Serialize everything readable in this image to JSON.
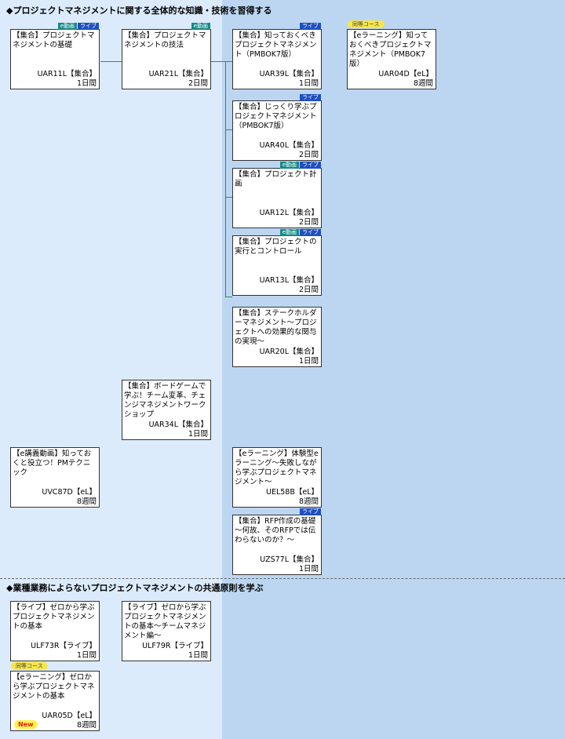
{
  "sections": [
    {
      "title": "◆プロジェクトマネジメントに関する全体的な知識・技術を習得する"
    },
    {
      "title": "◆業種業務によらないプロジェクトマネジメントの共通原則を学ぶ"
    }
  ],
  "badges": {
    "edouga": "e動画",
    "live": "ライブ",
    "equiv": "同等コース",
    "new": "New"
  },
  "colors": {
    "left_bg": "#dcebfb",
    "right_bg": "#bcd6f2",
    "connector": "#2f8f52",
    "live_badge": "#1f4fbf",
    "edouga_badge": "#168a88",
    "equiv_badge": "#f7e64a"
  },
  "cards": [
    {
      "title": "【集合】プロジェクトマネジメントの基礎",
      "code": "UAR11L【集合】",
      "duration": "1日間"
    },
    {
      "title": "【集合】プロジェクトマネジメントの技法",
      "code": "UAR21L【集合】",
      "duration": "2日間"
    },
    {
      "title": "【集合】知っておくべきプロジェクトマネジメント（PMBOK7版）",
      "code": "UAR39L【集合】",
      "duration": "1日間"
    },
    {
      "title": "【eラーニング】知っておくべきプロジェクトマネジメント（PMBOK7版）",
      "code": "UAR04D【eL】",
      "duration": "8週間"
    },
    {
      "title": "【集合】じっくり学ぶプロジェクトマネジメント（PMBOK7版）",
      "code": "UAR40L【集合】",
      "duration": "2日間"
    },
    {
      "title": "【集合】プロジェクト計画",
      "code": "UAR12L【集合】",
      "duration": "2日間"
    },
    {
      "title": "【集合】プロジェクトの実行とコントロール",
      "code": "UAR13L【集合】",
      "duration": "2日間"
    },
    {
      "title": "【集合】ステークホルダーマネジメント～プロジェクトへの効果的な関与の実現～",
      "code": "UAR20L【集合】",
      "duration": "1日間"
    },
    {
      "title": "【集合】ボードゲームで学ぶ！チーム変革、チェンジマネジメントワークショップ",
      "code": "UAR34L【集合】",
      "duration": "1日間"
    },
    {
      "title": "【e講義動画】知っておくと役立つ！PMテクニック",
      "code": "UVC87D【eL】",
      "duration": "8週間"
    },
    {
      "title": "【eラーニング】体験型eラーニング～失敗しながら学ぶプロジェクトマネジメント～",
      "code": "UEL58B【eL】",
      "duration": "8週間"
    },
    {
      "title": "【集合】RFP作成の基礎　～何故、そのRFPでは伝わらないのか？～",
      "code": "UZS77L【集合】",
      "duration": "1日間"
    },
    {
      "title": "【ライブ】ゼロから学ぶプロジェクトマネジメントの基本",
      "code": "ULF73R【ライブ】",
      "duration": "1日間"
    },
    {
      "title": "【ライブ】ゼロから学ぶプロジェクトマネジメントの基本～チームマネジメント編～",
      "code": "ULF79R【ライブ】",
      "duration": "1日間"
    },
    {
      "title": "【eラーニング】ゼロから学ぶプロジェクトマネジメントの基本",
      "code": "UAR05D【eL】",
      "duration": "8週間"
    }
  ]
}
